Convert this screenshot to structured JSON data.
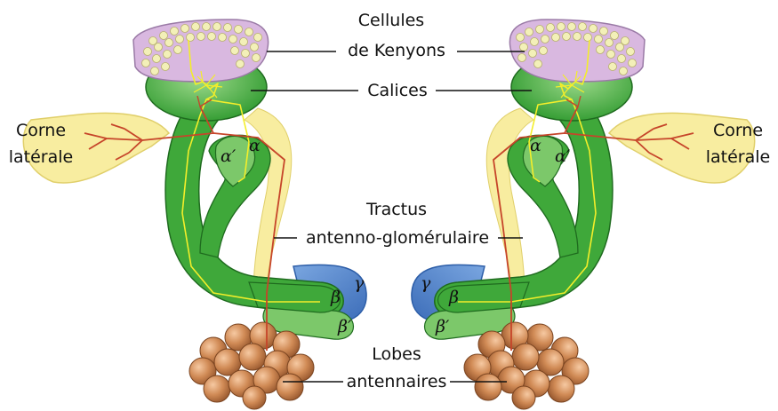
{
  "labels": {
    "kenyon_line1": "Cellules",
    "kenyon_line2": "de Kenyons",
    "calices": "Calices",
    "corne_left_line1": "Corne",
    "corne_left_line2": "latérale",
    "corne_right_line1": "Corne",
    "corne_right_line2": "latérale",
    "tractus_line1": "Tractus",
    "tractus_line2": "antenno-glomérulaire",
    "lobes_line1": "Lobes",
    "lobes_line2": "antennaires"
  },
  "lobe_labels": {
    "left_alpha_prime": "α′",
    "left_alpha": "α",
    "left_beta": "β",
    "left_beta_prime": "β′",
    "left_gamma": "γ",
    "right_alpha": "α",
    "right_alpha_prime": "α′",
    "right_gamma": "γ",
    "right_beta": "β",
    "right_beta_prime": "β′"
  },
  "colors": {
    "kenyon_cells": "#d9b8e0",
    "kenyon_nuclei": "#f3f0b8",
    "mushroom_body": "#3fa83a",
    "mushroom_light": "#8fd07a",
    "lateral_horn": "#f8eda0",
    "gamma_lobe": "#4f80c8",
    "antennal_lobes": "#c97b47",
    "neuron_yellow": "#f3ee2a",
    "neuron_red": "#c6452a"
  }
}
